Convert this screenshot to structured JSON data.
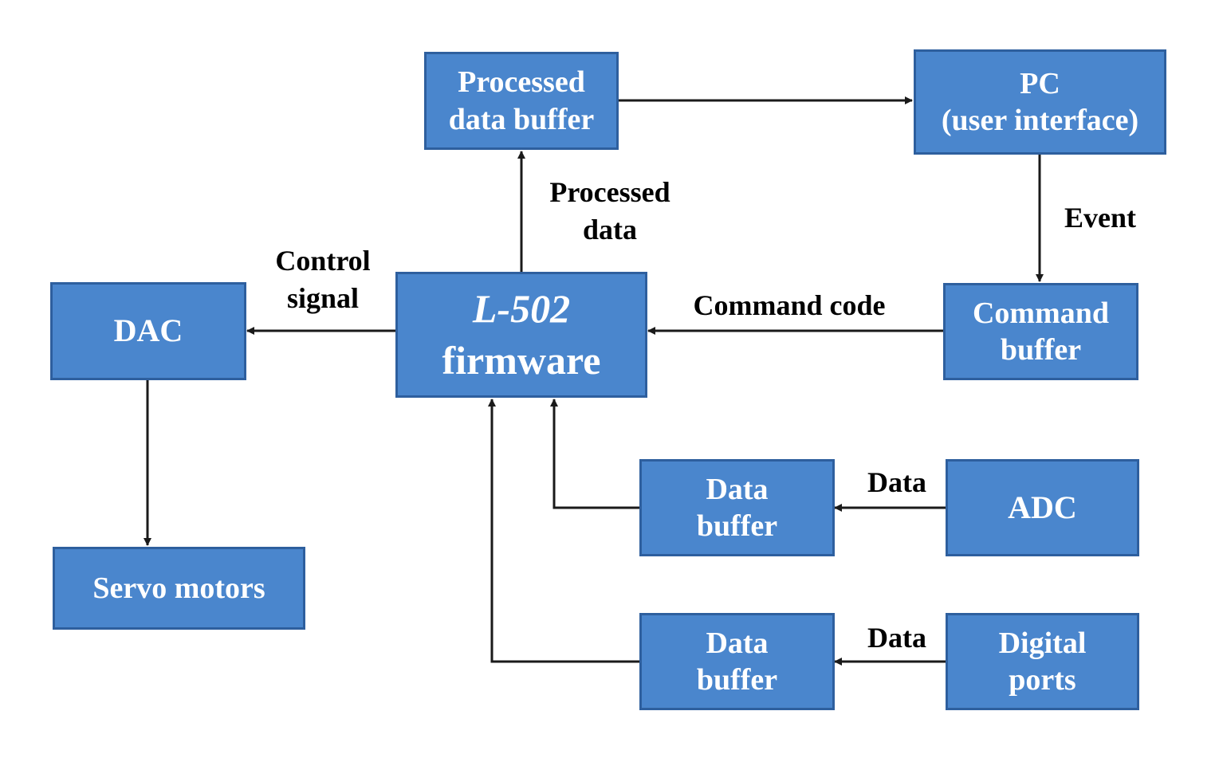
{
  "nodes": {
    "processed_buffer": [
      "Processed",
      "data buffer"
    ],
    "pc": [
      "PC",
      "(user interface)"
    ],
    "dac": [
      "DAC"
    ],
    "firmware": [
      "L-502",
      "firmware"
    ],
    "command_buffer": [
      "Command",
      "buffer"
    ],
    "servo": [
      "Servo motors"
    ],
    "data_buffer_1": [
      "Data",
      "buffer"
    ],
    "adc": [
      "ADC"
    ],
    "data_buffer_2": [
      "Data",
      "buffer"
    ],
    "digital_ports": [
      "Digital",
      "ports"
    ]
  },
  "edges": {
    "processed_data": [
      "Processed",
      "data"
    ],
    "event": [
      "Event"
    ],
    "control_signal": [
      "Control",
      "signal"
    ],
    "command_code": [
      "Command code"
    ],
    "data_adc": [
      "Data"
    ],
    "data_digital": [
      "Data"
    ]
  },
  "colors": {
    "box_fill": "#4a86cd",
    "box_border": "#2e5f9e",
    "arrow": "#1a1a1a"
  }
}
